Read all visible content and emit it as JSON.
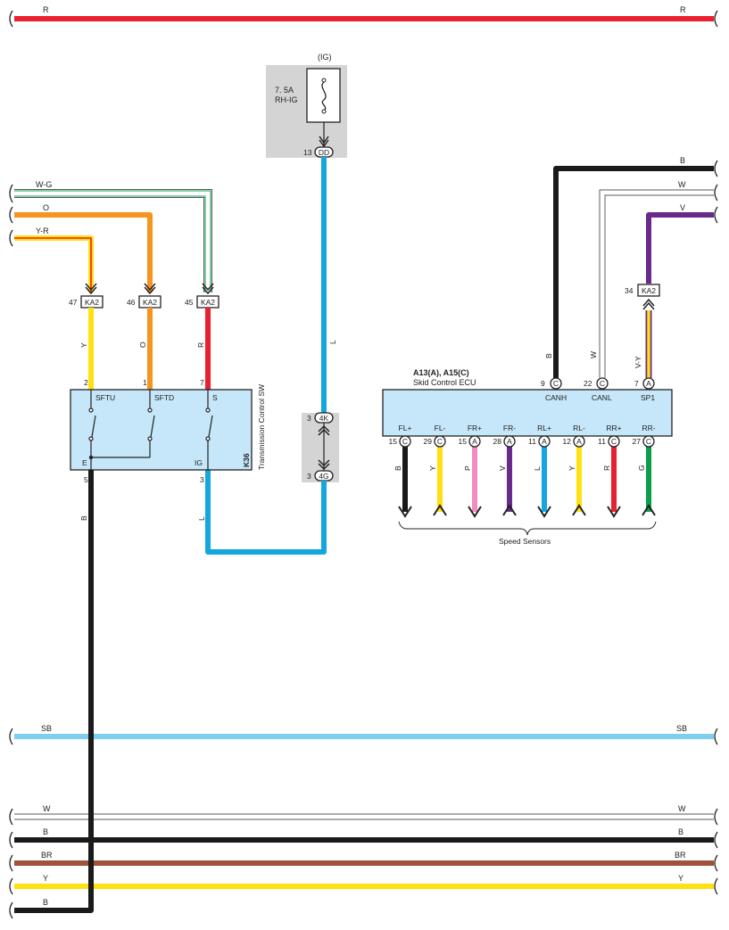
{
  "buses": {
    "top": {
      "color_code": "R",
      "color": "#e8202f"
    },
    "sb": {
      "color_code": "SB",
      "color": "#7fcdf0"
    },
    "w": {
      "color_code": "W",
      "color": "#ffffff"
    },
    "b": {
      "color_code": "B",
      "color": "#1a1a1a"
    },
    "br": {
      "color_code": "BR",
      "color": "#a0523a"
    },
    "y": {
      "color_code": "Y",
      "color": "#ffe010"
    },
    "b_bottom": {
      "color_code": "B",
      "color": "#1a1a1a"
    }
  },
  "fuse": {
    "circuit": "(IG)",
    "rating": "7. 5A",
    "name": "RH-IG",
    "connector": "DD",
    "pin": "13"
  },
  "left_wires": {
    "wg": "W-G",
    "o": "O",
    "yr": "Y-R"
  },
  "ka2_connectors": [
    {
      "pin": "47",
      "id": "KA2",
      "wire": "Y"
    },
    {
      "pin": "46",
      "id": "KA2",
      "wire": "O"
    },
    {
      "pin": "45",
      "id": "KA2",
      "wire": "R"
    }
  ],
  "switch": {
    "id": "K36",
    "name": "Transmission Control SW",
    "pins": [
      {
        "num": "2",
        "name": "SFTU"
      },
      {
        "num": "1",
        "name": "SFTD"
      },
      {
        "num": "7",
        "name": "S"
      },
      {
        "num": "5",
        "name": "E"
      },
      {
        "num": "3",
        "name": "IG"
      }
    ],
    "e_wire": "B",
    "ig_wire": "L"
  },
  "l_wire": "L",
  "inline_connectors": [
    {
      "pin": "3",
      "id": "4K"
    },
    {
      "pin": "3",
      "id": "4G"
    }
  ],
  "ecu": {
    "title": "A13(A), A15(C)",
    "name": "Skid Control ECU",
    "top_right": {
      "b": "B",
      "w": "W",
      "v": "V"
    },
    "ka2_right": {
      "pin": "34",
      "id": "KA2"
    },
    "top_pins": [
      {
        "num": "9",
        "conn": "C",
        "name": "CANH",
        "wire": "B"
      },
      {
        "num": "22",
        "conn": "C",
        "name": "CANL",
        "wire": "W"
      },
      {
        "num": "7",
        "conn": "A",
        "name": "SP1",
        "wire": "V-Y"
      }
    ],
    "bottom_pins": [
      {
        "name": "FL+",
        "num": "15",
        "conn": "C",
        "wire": "B"
      },
      {
        "name": "FL-",
        "num": "29",
        "conn": "C",
        "wire": "Y"
      },
      {
        "name": "FR+",
        "num": "15",
        "conn": "A",
        "wire": "P"
      },
      {
        "name": "FR-",
        "num": "28",
        "conn": "A",
        "wire": "V"
      },
      {
        "name": "RL+",
        "num": "11",
        "conn": "A",
        "wire": "L"
      },
      {
        "name": "RL-",
        "num": "12",
        "conn": "A",
        "wire": "Y"
      },
      {
        "name": "RR+",
        "num": "11",
        "conn": "C",
        "wire": "R"
      },
      {
        "name": "RR-",
        "num": "27",
        "conn": "C",
        "wire": "G"
      }
    ],
    "sensors_label": "Speed Sensors"
  },
  "colors": {
    "B": "#1a1a1a",
    "Y": "#ffe010",
    "P": "#f28cbf",
    "V": "#6a2a8c",
    "L": "#13a6e0",
    "R": "#e8202f",
    "G": "#0a9e4a",
    "O": "#f7941d",
    "ecu_fill": "#c6e7f9",
    "shade": "#d4d4d4"
  }
}
